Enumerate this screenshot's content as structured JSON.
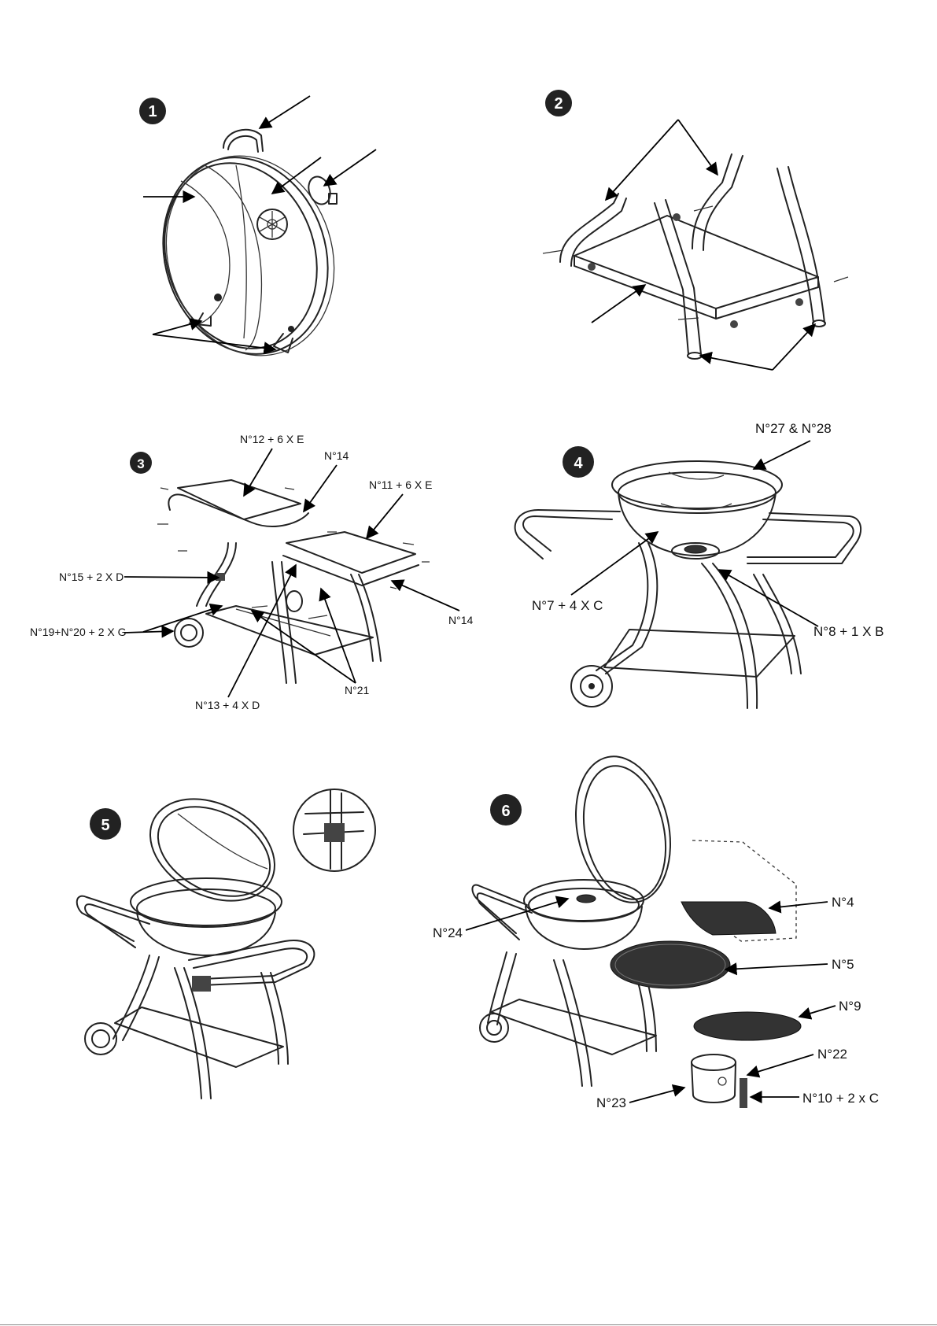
{
  "steps": [
    {
      "number": "1",
      "labels": []
    },
    {
      "number": "2",
      "labels": []
    },
    {
      "number": "3",
      "labels": [
        "N°12 + 6 X E",
        "N°14",
        "N°11 + 6 X E",
        "N°15 + 2 X D",
        "N°19+N°20 + 2 X G",
        "N°14",
        "N°13 + 4 X D",
        "N°21"
      ]
    },
    {
      "number": "4",
      "labels": [
        "N°27 & N°28",
        "N°7 + 4 X C",
        "N°8 + 1 X B"
      ]
    },
    {
      "number": "5",
      "labels": []
    },
    {
      "number": "6",
      "labels": [
        "N°24",
        "N°4",
        "N°5",
        "N°9",
        "N°22",
        "N°23",
        "N°10 + 2 x C"
      ]
    }
  ],
  "colors": {
    "badge": "#222222",
    "line": "#222222",
    "grate": "#333333"
  }
}
